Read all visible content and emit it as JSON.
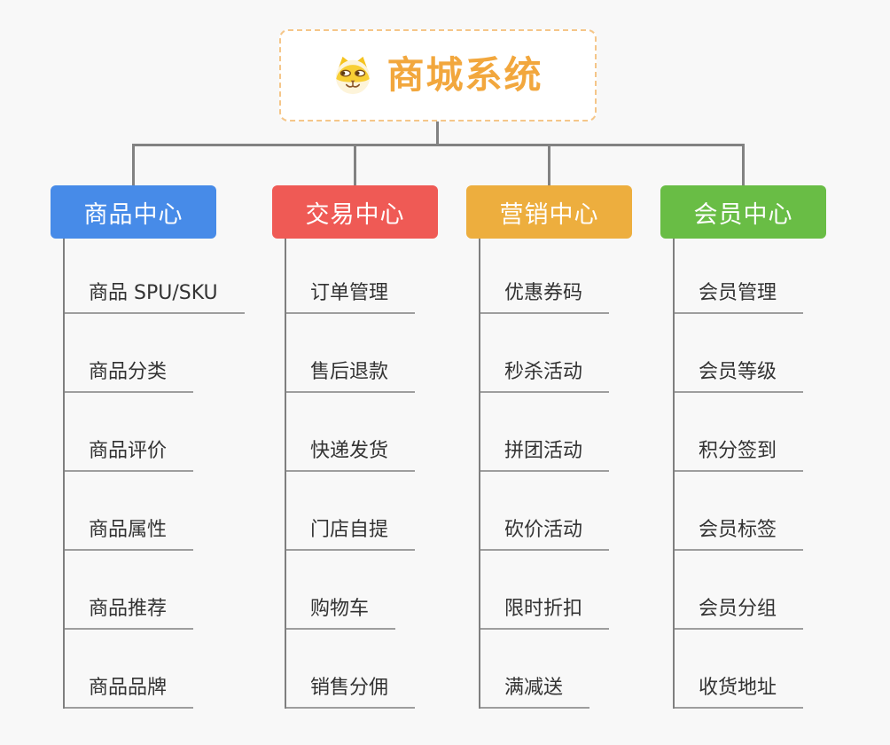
{
  "root": {
    "title": "商城系统",
    "title_color": "#f2a73d",
    "border_color": "#f5c689",
    "icon": "shiba-dog-icon"
  },
  "connector_color": "#828282",
  "branches": [
    {
      "label": "商品中心",
      "color": "#478be8",
      "items": [
        "商品 SPU/SKU",
        "商品分类",
        "商品评价",
        "商品属性",
        "商品推荐",
        "商品品牌"
      ]
    },
    {
      "label": "交易中心",
      "color": "#ef5a55",
      "items": [
        "订单管理",
        "售后退款",
        "快递发货",
        "门店自提",
        "购物车",
        "销售分佣"
      ]
    },
    {
      "label": "营销中心",
      "color": "#edae3e",
      "items": [
        "优惠券码",
        "秒杀活动",
        "拼团活动",
        "砍价活动",
        "限时折扣",
        "满减送"
      ]
    },
    {
      "label": "会员中心",
      "color": "#69bd45",
      "items": [
        "会员管理",
        "会员等级",
        "积分签到",
        "会员标签",
        "会员分组",
        "收货地址"
      ]
    }
  ]
}
